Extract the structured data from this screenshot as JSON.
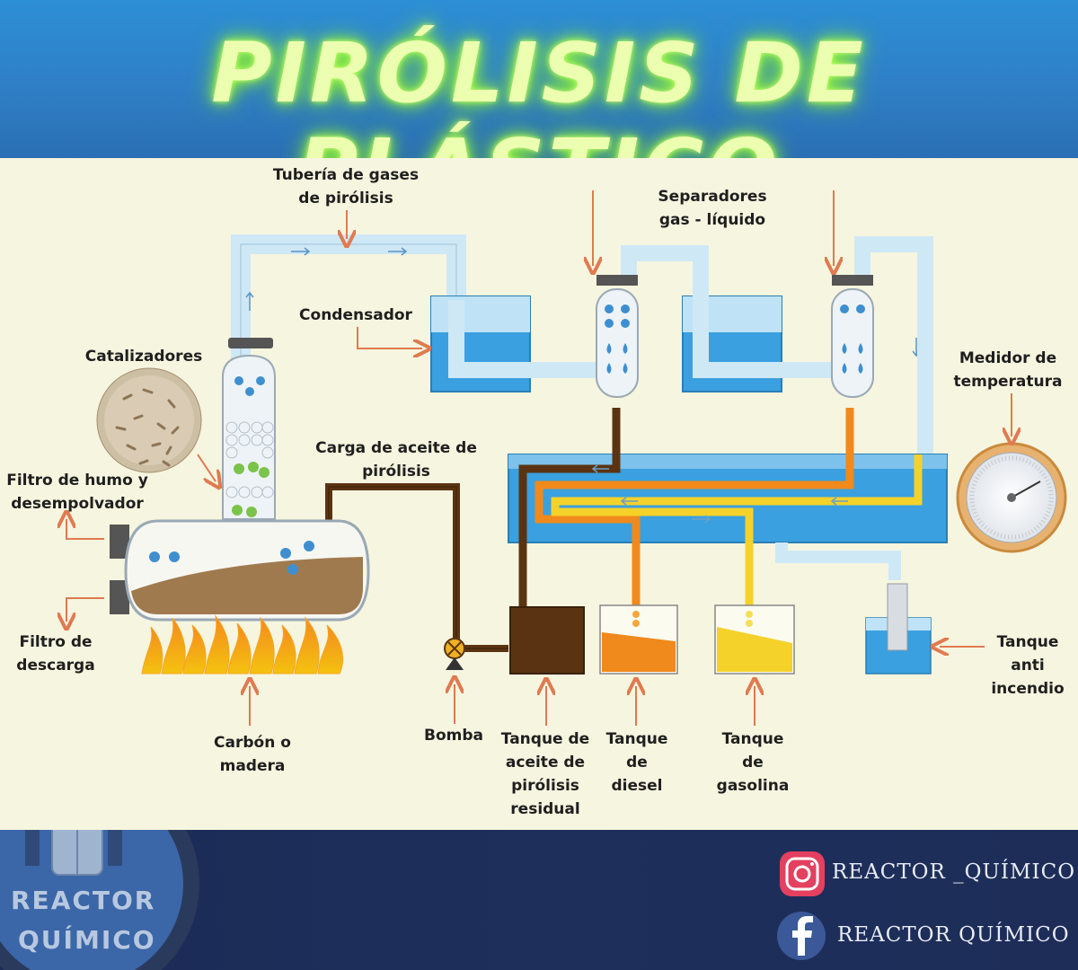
{
  "header": {
    "title": "PIRÓLISIS DE PLÁSTICO"
  },
  "labels": {
    "tuberia_1": "Tubería de gases",
    "tuberia_2": "de pirólisis",
    "separadores_1": "Separadores",
    "separadores_2": "gas - líquido",
    "condensador": "Condensador",
    "catalizadores": "Catalizadores",
    "medidor_1": "Medidor de",
    "medidor_2": "temperatura",
    "filtro_humo_1": "Filtro de humo y",
    "filtro_humo_2": "desempolvador",
    "carga_1": "Carga de aceite de",
    "carga_2": "pirólisis",
    "filtro_descarga_1": "Filtro de",
    "filtro_descarga_2": "descarga",
    "tanque_anti_1": "Tanque",
    "tanque_anti_2": "anti",
    "tanque_anti_3": "incendio",
    "carbon_1": "Carbón o",
    "carbon_2": "madera",
    "bomba": "Bomba",
    "residual_1": "Tanque de",
    "residual_2": "aceite de",
    "residual_3": "pirólisis",
    "residual_4": "residual",
    "diesel_1": "Tanque",
    "diesel_2": "de",
    "diesel_3": "diesel",
    "gasolina_1": "Tanque",
    "gasolina_2": "de",
    "gasolina_3": "gasolina"
  },
  "footer": {
    "logo_line1": "REACTOR",
    "logo_line2": "QUÍMICO",
    "instagram": "REACTOR _QUÍMICO",
    "facebook": "REACTOR QUÍMICO"
  },
  "colors": {
    "pipe_gas": "#cfe8f6",
    "tank_water": "#3aa0df",
    "diesel": "#f08a1c",
    "gasoline": "#f4d22a",
    "residual_oil": "#5a3412",
    "arrow": "#e07a50",
    "flame": "#f6b21b"
  }
}
